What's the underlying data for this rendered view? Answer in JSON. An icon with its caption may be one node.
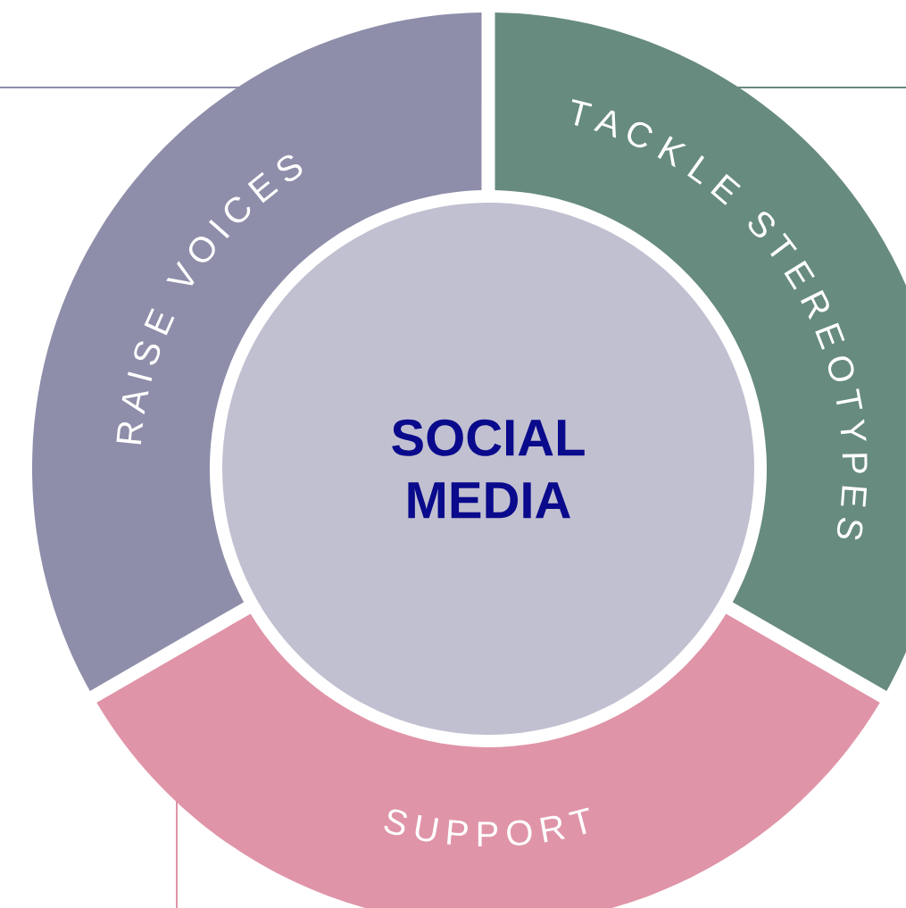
{
  "diagram": {
    "nodes": [
      {
        "text": [
          "RAISE VOICES"
        ]
      },
      {
        "text": [
          "TACKLE STEREOTYPES"
        ]
      },
      {
        "text": [
          "SOCIAL MEDIA"
        ]
      },
      {
        "text": [
          "SUPPORT"
        ]
      }
    ]
  }
}
